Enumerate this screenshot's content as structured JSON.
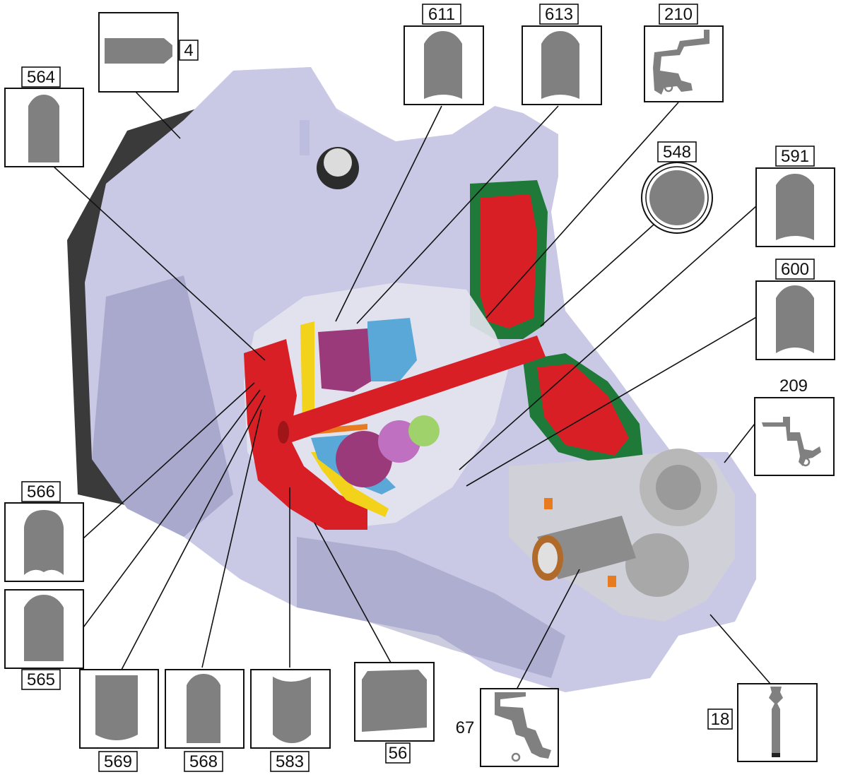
{
  "callouts": [
    {
      "id": "c4",
      "label": "4",
      "icon": "plug-profile-icon"
    },
    {
      "id": "c564",
      "label": "564",
      "icon": "seal-profile-icon"
    },
    {
      "id": "c611",
      "label": "611",
      "icon": "seal-profile-icon"
    },
    {
      "id": "c613",
      "label": "613",
      "icon": "seal-profile-icon"
    },
    {
      "id": "c210",
      "label": "210",
      "icon": "lip-seal-profile-icon"
    },
    {
      "id": "c548",
      "label": "548",
      "icon": "o-ring-profile-icon"
    },
    {
      "id": "c591",
      "label": "591",
      "icon": "seal-profile-icon"
    },
    {
      "id": "c600",
      "label": "600",
      "icon": "seal-profile-icon"
    },
    {
      "id": "c209",
      "label": "209",
      "icon": "lip-seal-profile-icon"
    },
    {
      "id": "c566",
      "label": "566",
      "icon": "seal-profile-icon"
    },
    {
      "id": "c565",
      "label": "565",
      "icon": "seal-profile-icon"
    },
    {
      "id": "c569",
      "label": "569",
      "icon": "seal-profile-icon"
    },
    {
      "id": "c568",
      "label": "568",
      "icon": "seal-profile-icon"
    },
    {
      "id": "c583",
      "label": "583",
      "icon": "seal-profile-icon"
    },
    {
      "id": "c56",
      "label": "56",
      "icon": "square-seal-profile-icon"
    },
    {
      "id": "c67",
      "label": "67",
      "icon": "lip-seal-profile-icon"
    },
    {
      "id": "c18",
      "label": "18",
      "icon": "pin-profile-icon"
    }
  ],
  "illustration": {
    "subject": "transmission-cutaway-illustration"
  },
  "colors": {
    "housing": "#c9c9e6",
    "housing_dark": "#8e8eb8",
    "cover": "#3a3a3a",
    "section_red": "#d81f26",
    "section_green": "#1f7a3a",
    "section_blue": "#5aa8d8",
    "section_yellow": "#f2d21a",
    "section_magenta": "#9b3a7a",
    "section_orange": "#e87a20",
    "seal_gray": "#808080",
    "outline": "#111111"
  }
}
